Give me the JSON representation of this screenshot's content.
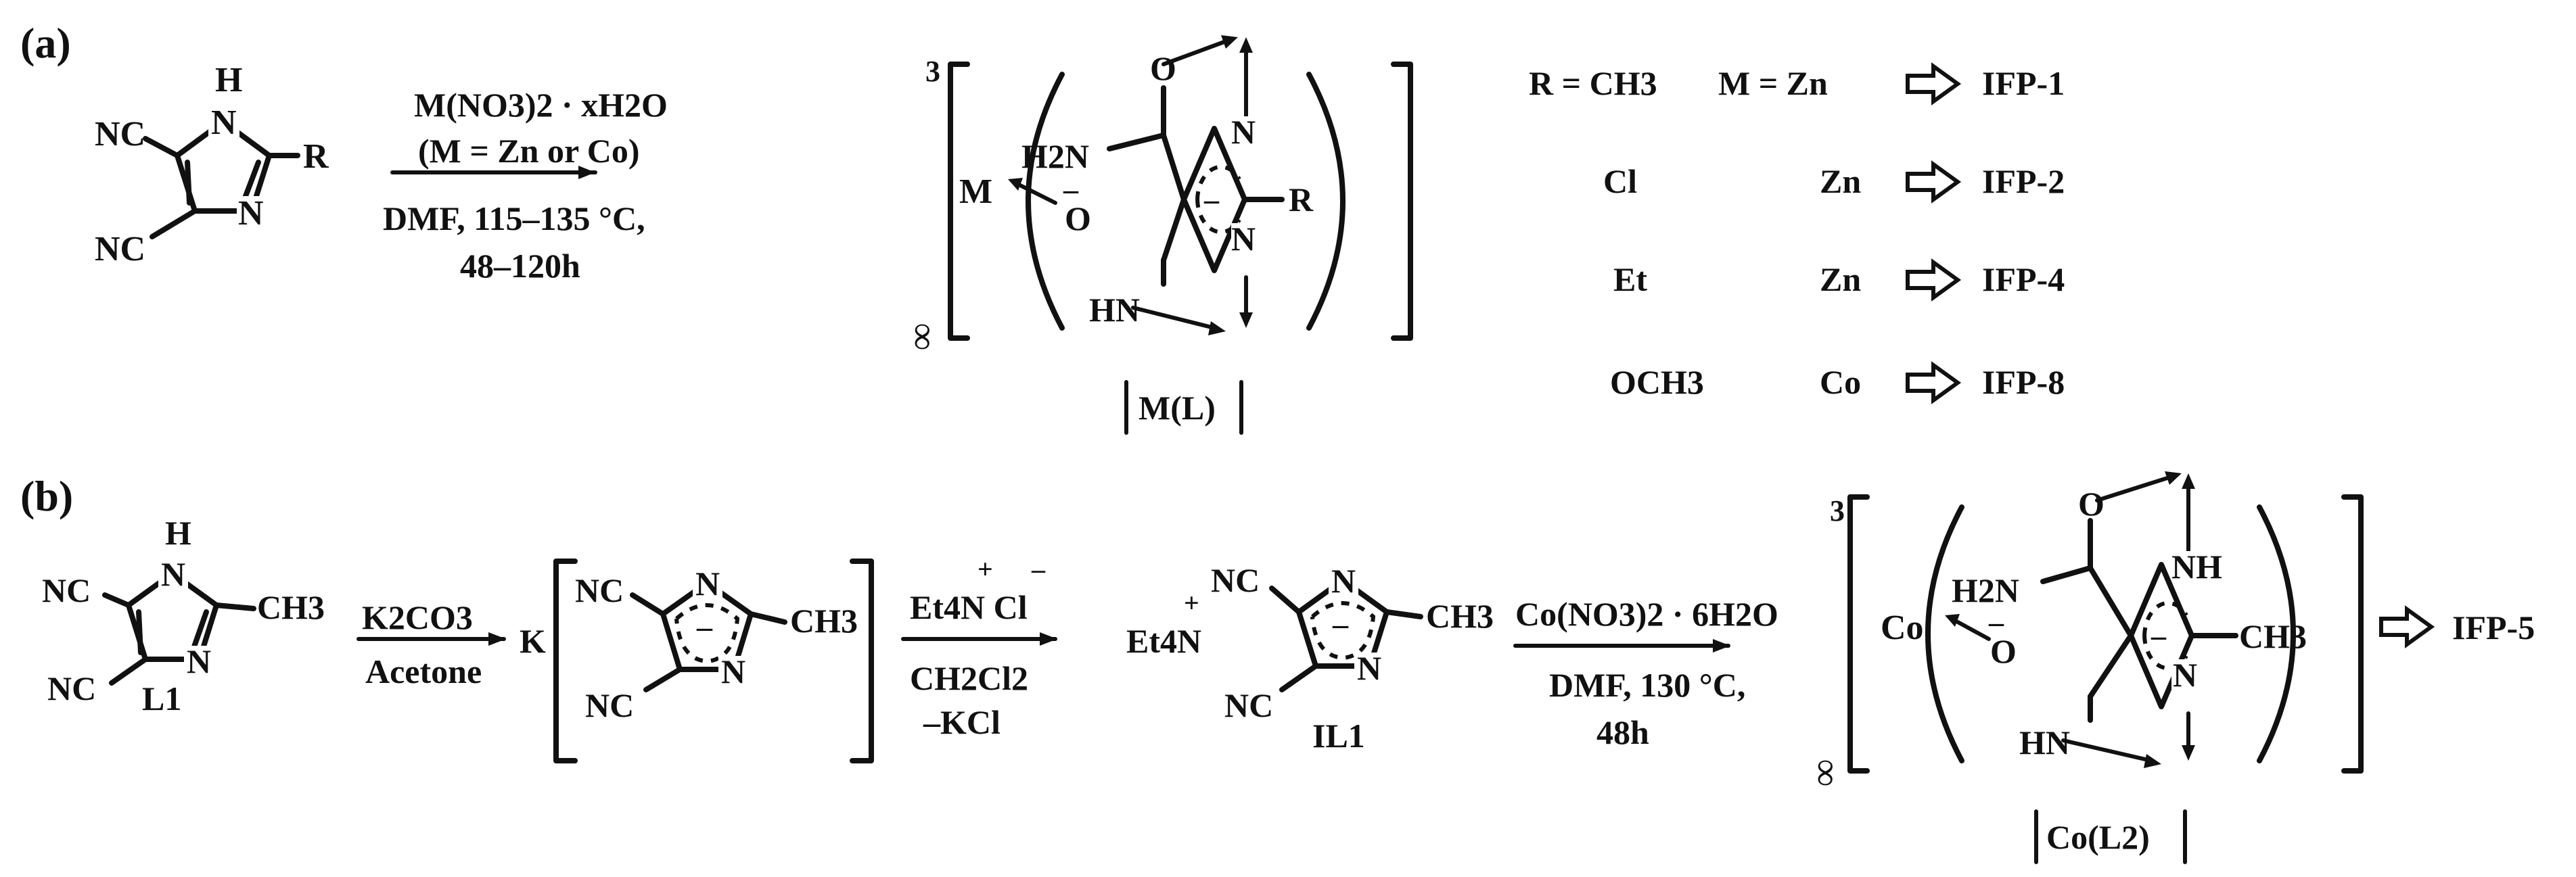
{
  "panel_a": {
    "label": "(a)",
    "reactant": {
      "nc_top": "NC",
      "nc_bottom": "NC",
      "nh": "H",
      "n_top": "N",
      "n_bottom": "N",
      "r": "R"
    },
    "conditions": {
      "line1": "M(NO3)2 · xH2O",
      "line2": "(M = Zn or Co)",
      "line3": "DMF, 115–135 °C,",
      "line4": "48–120h"
    },
    "product": {
      "sup3": "3",
      "sub_inf": "∞",
      "metal": "M",
      "h2n": "H2N",
      "minus": "–",
      "o_anion": "O",
      "o_carbonyl": "O",
      "hn": "HN",
      "n_top": "N",
      "n_bottom": "N",
      "r": "R",
      "minus_ring": "–",
      "caption": "M(L)"
    },
    "table": {
      "rows": [
        {
          "r": "R = CH3",
          "m": "M = Zn",
          "ifp": "IFP-1"
        },
        {
          "r": "Cl",
          "m": "Zn",
          "ifp": "IFP-2"
        },
        {
          "r": "Et",
          "m": "Zn",
          "ifp": "IFP-4"
        },
        {
          "r": "OCH3",
          "m": "Co",
          "ifp": "IFP-8"
        }
      ]
    }
  },
  "panel_b": {
    "label": "(b)",
    "l1": {
      "nc_top": "NC",
      "nc_bottom": "NC",
      "nh": "H",
      "n_top": "N",
      "n_bottom": "N",
      "ch3": "CH3",
      "name": "L1"
    },
    "step1": {
      "reagent": "K2CO3",
      "solvent": "Acetone"
    },
    "salt": {
      "k": "K",
      "nc_top": "NC",
      "nc_bottom": "NC",
      "n_top": "N",
      "n_bottom": "N",
      "ch3": "CH3",
      "minus": "–"
    },
    "step2": {
      "reagent": "Et4N Cl",
      "plus": "+",
      "minus": "–",
      "solvent": "CH2Cl2",
      "byproduct": "–KCl"
    },
    "il1": {
      "cation": "Et4N",
      "plus": "+",
      "nc_top": "NC",
      "nc_bottom": "NC",
      "n_top": "N",
      "n_bottom": "N",
      "ch3": "CH3",
      "minus": "–",
      "name": "IL1"
    },
    "step3": {
      "line1": "Co(NO3)2 · 6H2O",
      "line2": "DMF, 130 °C,",
      "line3": "48h"
    },
    "product": {
      "sup3": "3",
      "sub_inf": "∞",
      "metal": "Co",
      "h2n": "H2N",
      "minus": "–",
      "o_anion": "O",
      "o_carbonyl": "O",
      "hn": "HN",
      "nh": "NH",
      "n_bottom": "N",
      "ch3": "CH3",
      "minus_ring": "–",
      "caption": "Co(L2)",
      "ifp": "IFP-5"
    }
  }
}
